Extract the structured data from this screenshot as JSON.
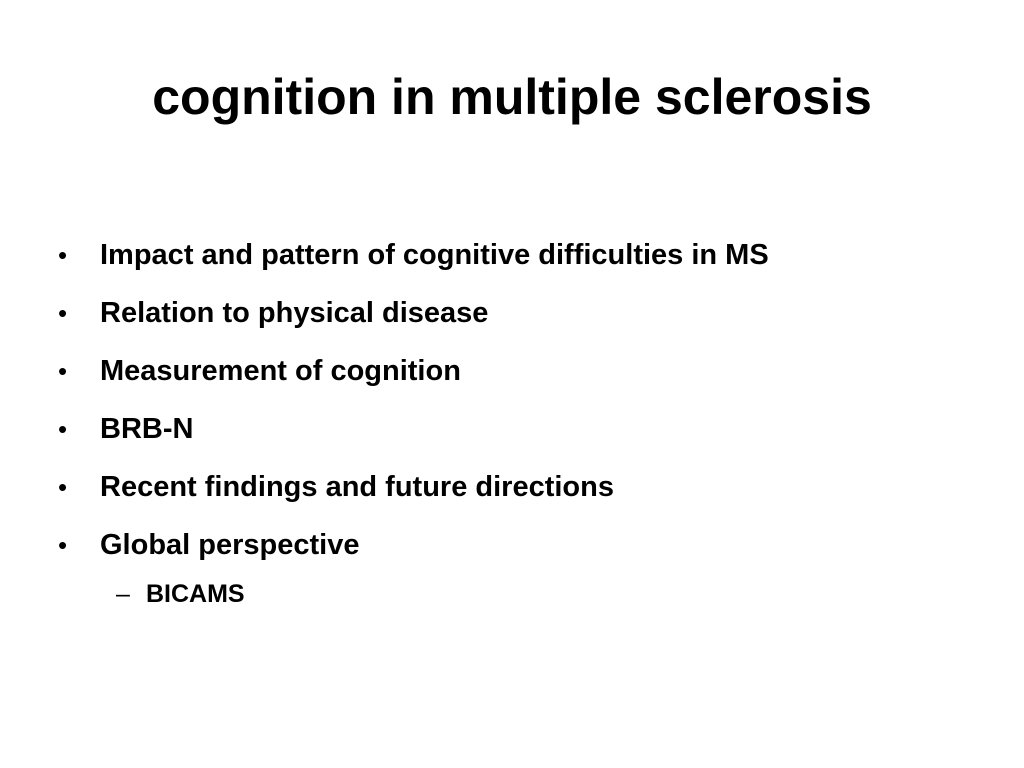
{
  "slide": {
    "title": "cognition in multiple sclerosis",
    "bullet_symbol": "•",
    "sub_bullet_symbol": "–",
    "bullets": [
      {
        "text": "Impact and pattern of cognitive difficulties in MS"
      },
      {
        "text": "Relation to physical disease"
      },
      {
        "text": "Measurement of cognition"
      },
      {
        "text": "BRB-N"
      },
      {
        "text": "Recent findings and future directions"
      },
      {
        "text": "Global perspective"
      }
    ],
    "sub_bullets": [
      {
        "text": "BICAMS"
      }
    ]
  }
}
